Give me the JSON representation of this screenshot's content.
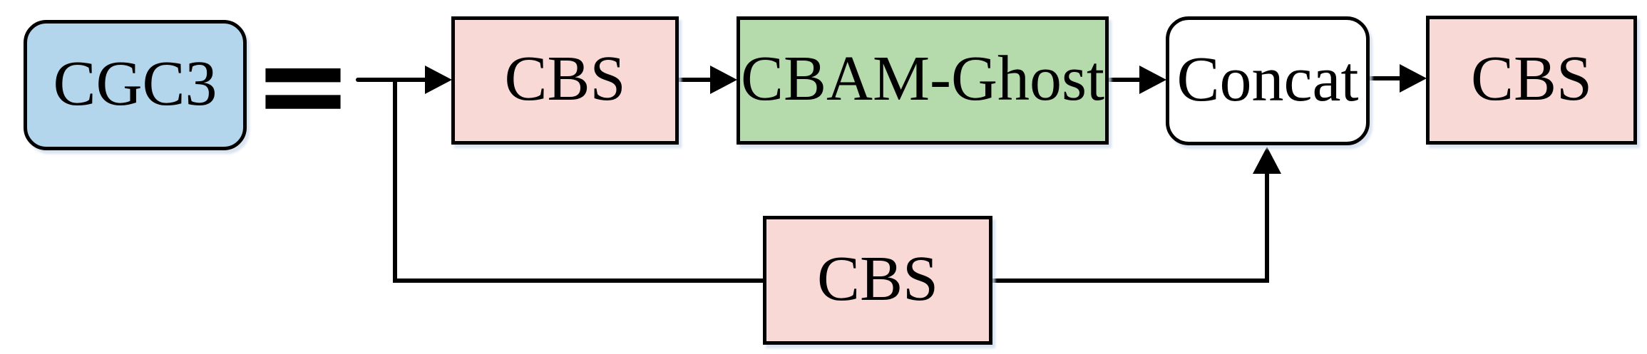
{
  "diagram": {
    "name": "CGC3 module structure diagram",
    "equals_symbol": "=",
    "nodes": {
      "cgc3": {
        "label": "CGC3",
        "shape": "rounded-rect",
        "fill": "#b3d6ec"
      },
      "cbs_top_1": {
        "label": "CBS",
        "shape": "rect",
        "fill": "#f8d9d6"
      },
      "cbam_ghost": {
        "label": "CBAM-Ghost",
        "shape": "rect",
        "fill": "#b5daac"
      },
      "concat": {
        "label": "Concat",
        "shape": "rounded-rect",
        "fill": "#ffffff"
      },
      "cbs_top_2": {
        "label": "CBS",
        "shape": "rect",
        "fill": "#f8d9d6"
      },
      "cbs_shortcut": {
        "label": "CBS",
        "shape": "rect",
        "fill": "#f8d9d6"
      }
    },
    "edges": [
      {
        "from": "input",
        "to": "cbs_top_1",
        "type": "arrow"
      },
      {
        "from": "cbs_top_1",
        "to": "cbam_ghost",
        "type": "arrow"
      },
      {
        "from": "cbam_ghost",
        "to": "concat",
        "type": "arrow"
      },
      {
        "from": "concat",
        "to": "cbs_top_2",
        "type": "arrow"
      },
      {
        "from": "input",
        "to": "cbs_shortcut",
        "type": "line-branch"
      },
      {
        "from": "cbs_shortcut",
        "to": "concat",
        "type": "arrow-up"
      }
    ],
    "colors": {
      "border": "#000000",
      "line": "#000000",
      "text": "#000000",
      "background": "#ffffff",
      "node_blue": "#b3d6ec",
      "node_pink": "#f8d9d6",
      "node_green": "#b5daac",
      "node_white": "#ffffff"
    }
  }
}
